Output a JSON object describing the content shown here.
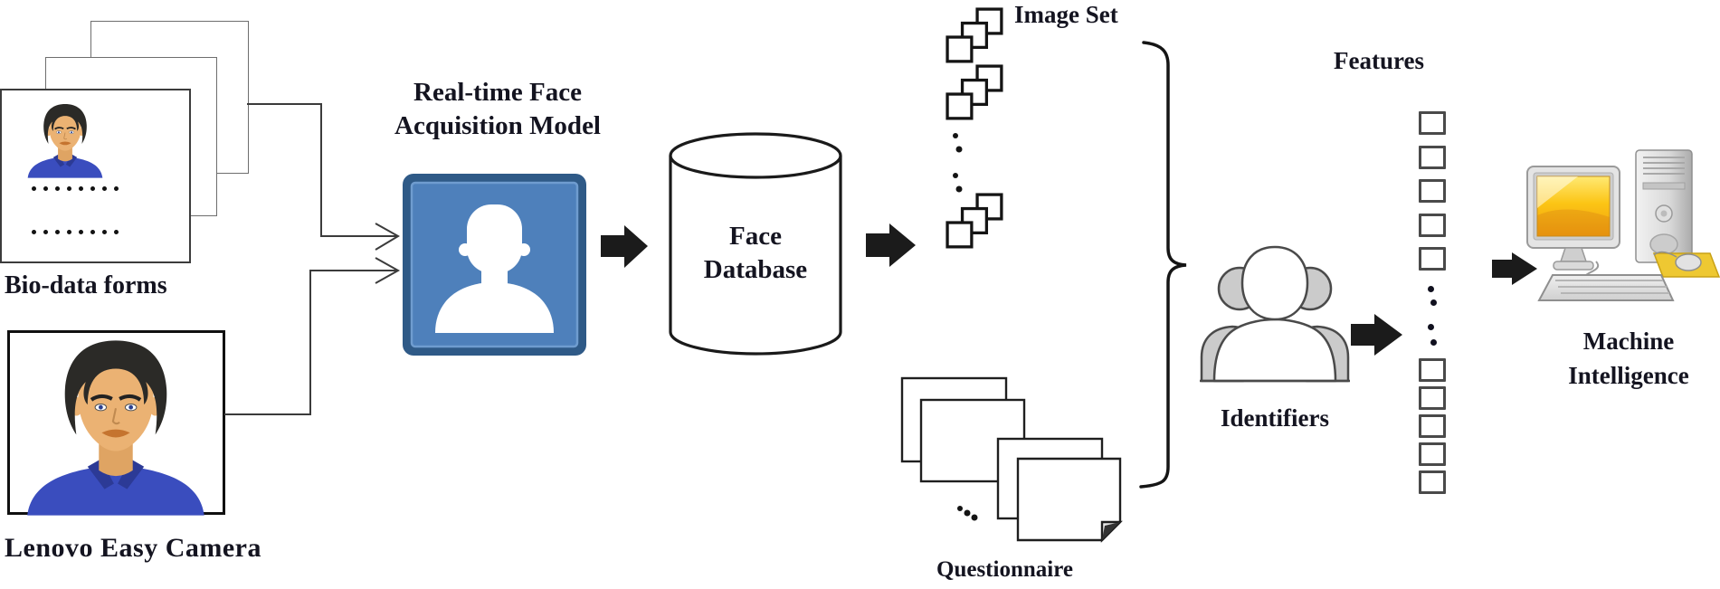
{
  "nodes": {
    "bio_data_forms": {
      "label": "Bio-data forms",
      "stacked_forms": 3,
      "dotted_rows": 2,
      "dots_per_row": 8
    },
    "lenovo_camera": {
      "label": "Lenovo Easy Camera"
    },
    "acquisition_model": {
      "label_line1": "Real-time Face",
      "label_line2": "Acquisition Model"
    },
    "face_database": {
      "label_line1": "Face",
      "label_line2": "Database"
    },
    "image_set": {
      "label": "Image Set",
      "clusters": 3,
      "squares_per_cluster": 3
    },
    "questionnaire": {
      "label": "Questionnaire",
      "pages": 4
    },
    "identifiers": {
      "label": "Identifiers"
    },
    "features": {
      "label": "Features",
      "squares_above_dots": 5,
      "squares_below_dots": 5
    },
    "machine_intelligence": {
      "label_line1": "Machine",
      "label_line2": "Intelligence"
    }
  },
  "icons": {
    "bio_form_portrait": "man-portrait",
    "camera_portrait": "man-portrait",
    "model_silhouette": "person-bust",
    "identifiers_icon": "three-person-group",
    "machine_icon": "desktop-computer-with-tower-keyboard-mouse"
  },
  "colors": {
    "model_box_fill": "#4E80BB",
    "model_box_border": "#2F5A87",
    "model_box_inner_stroke": "#6F9CCF",
    "silhouette": "#FFFFFF",
    "arrow_black": "#1B1B1B",
    "connector": "#3B3B3B",
    "identifier_gray": "#CBCBCB",
    "screen_yellow": "#FCC515",
    "mousepad_yellow": "#EEC832",
    "skin": "#EBB273",
    "hair": "#2B2A27",
    "shirt_blue": "#3A4DBE",
    "text": "#141420"
  }
}
